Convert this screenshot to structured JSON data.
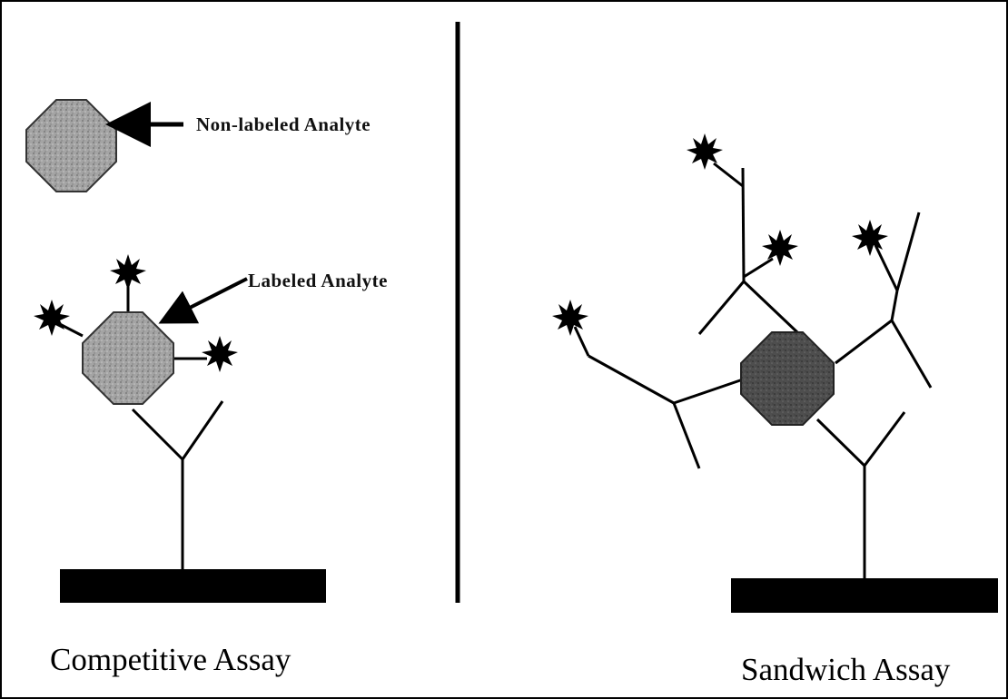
{
  "labels": {
    "non_labeled_analyte": "Non-labeled Analyte",
    "labeled_analyte": "Labeled Analyte",
    "competitive_caption": "Competitive Assay",
    "sandwich_caption": "Sandwich Assay"
  },
  "colors": {
    "analyte_gray": "#9a9a9a",
    "bound_analyte_dark": "#4a4a4a",
    "ink": "#000000",
    "background": "#ffffff"
  },
  "icons": {
    "label_marker": "starburst-icon",
    "analyte_shape": "octagon"
  }
}
